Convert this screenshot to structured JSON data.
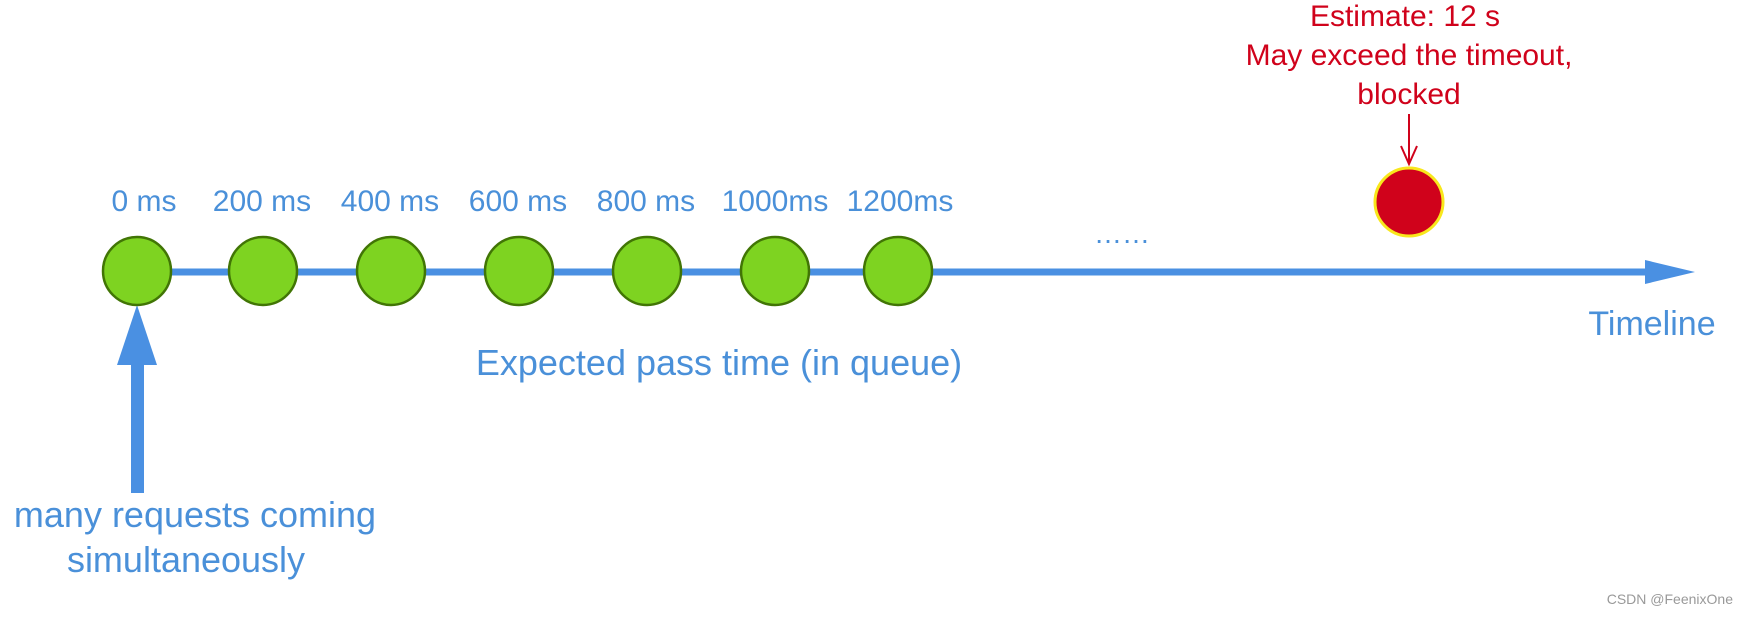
{
  "colors": {
    "timeline_blue": "#4a90e2",
    "text_blue": "#4a90d9",
    "green_fill": "#7ed321",
    "green_stroke": "#417505",
    "red_fill": "#d0021b",
    "red_stroke": "#f8e71c",
    "red_text": "#d0021b"
  },
  "time_labels": [
    "0 ms",
    "200 ms",
    "400 ms",
    "600 ms",
    "800 ms",
    "1000ms",
    "1200ms"
  ],
  "ellipsis": "……",
  "timeline_label": "Timeline",
  "queue_label": "Expected pass time (in queue)",
  "requests_label": {
    "line1": "many requests coming",
    "line2": "simultaneously"
  },
  "blocked_annotation": {
    "line1": "Estimate: 12 s",
    "line2": "May exceed the timeout,",
    "line3": "blocked"
  },
  "watermark": "CSDN @FeenixOne"
}
